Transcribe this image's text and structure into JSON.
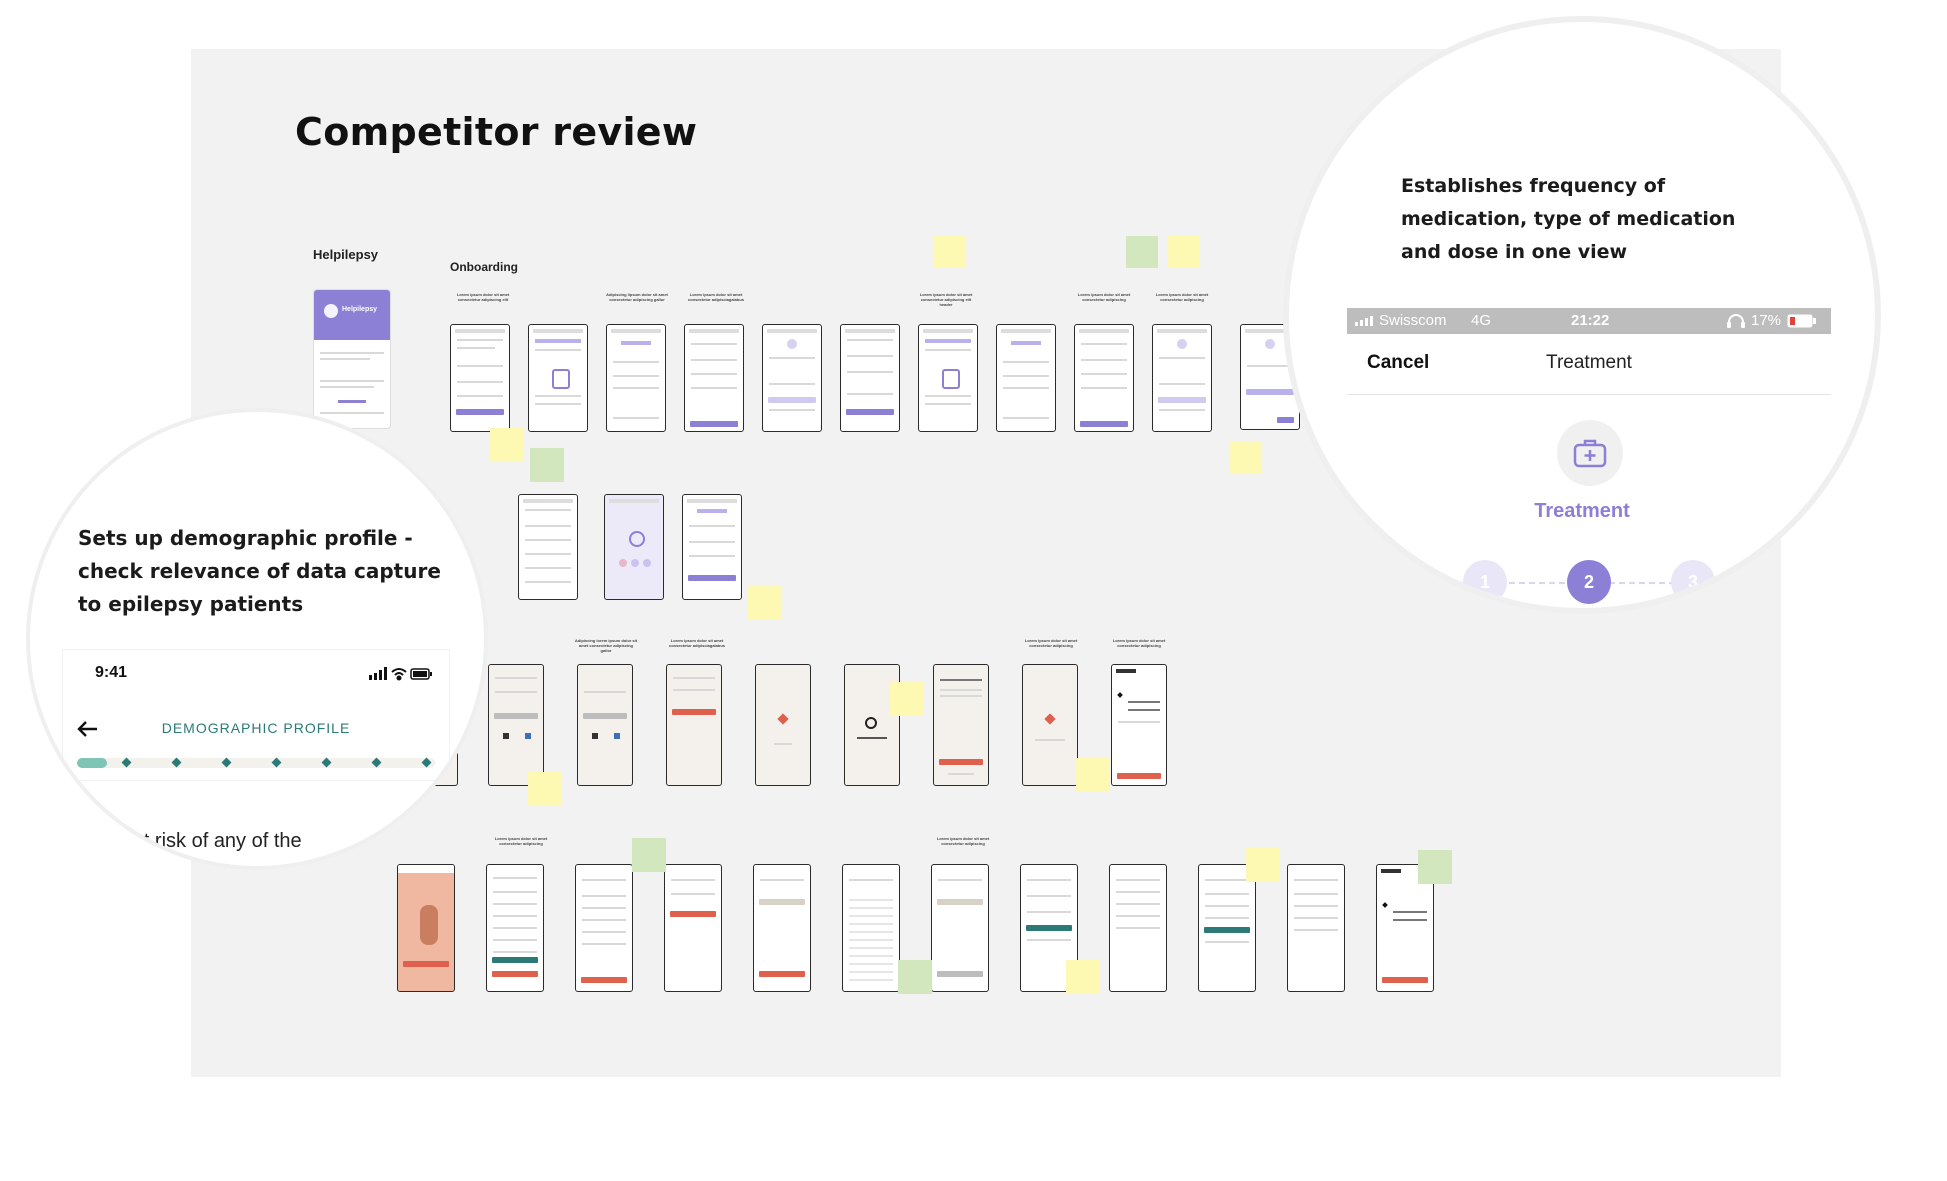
{
  "board": {
    "title": "Competitor review",
    "helpilepsy_label": "Helpilepsy",
    "onboarding_label": "Onboarding",
    "helpilepsy_brand": "Helpilepsy"
  },
  "left_callout": {
    "note": "Sets up demographic profile - check relevance of data capture to epilepsy patients",
    "status_time": "9:41",
    "header_title": "DEMOGRAPHIC PROFILE",
    "question_fragment": "u at risk of any of the"
  },
  "right_callout": {
    "note": "Establishes frequency of medication, type of medication and dose in one view",
    "carrier": "Swisscom",
    "network": "4G",
    "time": "21:22",
    "battery": "17%",
    "cancel_label": "Cancel",
    "nav_title": "Treatment",
    "section_label": "Treatment",
    "step_prev": "1",
    "step_current": "2",
    "step_next": "3"
  },
  "colors": {
    "helpilepsy_purple": "#8b7fd6",
    "noom_red": "#e0604e",
    "demographic_teal": "#2b7a78",
    "progress_teal": "#7fc5b6"
  },
  "icons": [
    "back-arrow-icon",
    "signal-icon",
    "wifi-icon",
    "battery-icon",
    "medical-bag-icon",
    "headphones-icon"
  ]
}
